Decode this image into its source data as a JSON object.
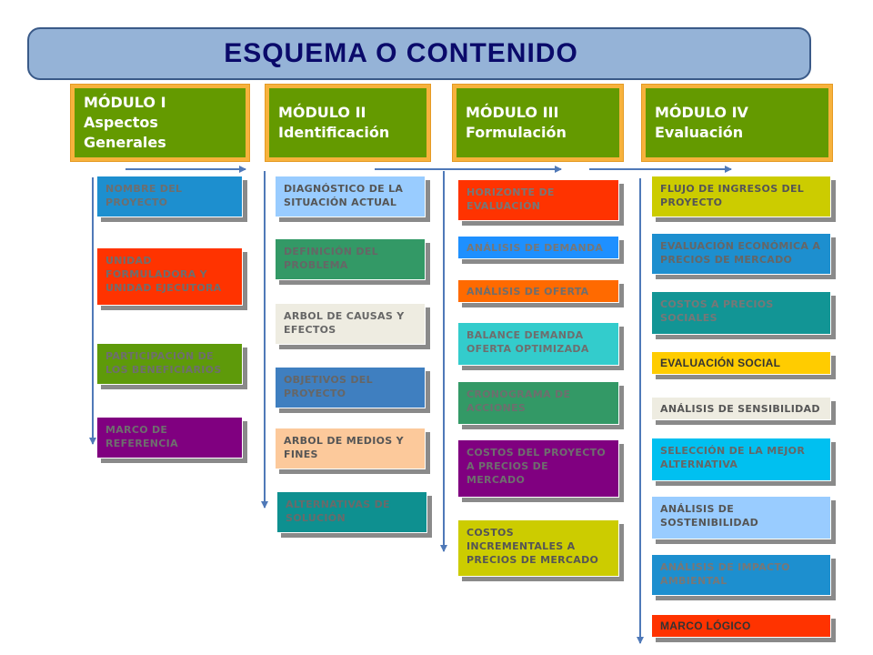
{
  "title": "ESQUEMA  O CONTENIDO",
  "colors": {
    "module_bg": "#649a00",
    "module_border": "#f7b23c",
    "arrow": "#4f79b8"
  },
  "modules": [
    {
      "line1": "MÓDULO I",
      "line2": "Aspectos",
      "line3": "Generales"
    },
    {
      "line1": "MÓDULO II",
      "line2": "Identificación"
    },
    {
      "line1": "MÓDULO III",
      "line2": "Formulación"
    },
    {
      "line1": "MÓDULO IV",
      "line2": "Evaluación"
    }
  ],
  "columns": [
    {
      "items": [
        {
          "label": "NOMBRE DEL PROYECTO",
          "bg": "#1d8fcf",
          "fg": "#6e6e6e"
        },
        {
          "label": "UNIDAD FORMULADORA Y UNIDAD EJECUTORA",
          "bg": "#ff3300",
          "fg": "#6e6e6e"
        },
        {
          "label": "PARTICIPACIÓN DE LOS BENEFICIARIOS",
          "bg": "#5e9a0a",
          "fg": "#6e6e6e"
        },
        {
          "label": "MARCO DE REFERENCIA",
          "bg": "#800080",
          "fg": "#6e6e6e"
        }
      ]
    },
    {
      "items": [
        {
          "label": "DIAGNÓSTICO DE LA SITUACIÓN ACTUAL",
          "bg": "#99ccff",
          "fg": "#555555"
        },
        {
          "label": "DEFINICIÓN DEL PROBLEMA",
          "bg": "#339966",
          "fg": "#666666"
        },
        {
          "label": "ARBOL DE CAUSAS Y EFECTOS",
          "bg": "#eeece1",
          "fg": "#666666"
        },
        {
          "label": "OBJETIVOS DEL PROYECTO",
          "bg": "#3f7fc0",
          "fg": "#666666"
        },
        {
          "label": "ARBOL DE MEDIOS Y FINES",
          "bg": "#fcc99b",
          "fg": "#555555"
        },
        {
          "label": "ALTERNATIVAS DE SOLUCIÓN",
          "bg": "#0e9090",
          "fg": "#6a6a6a"
        }
      ]
    },
    {
      "items": [
        {
          "label": "HORIZONTE DE EVALUACIÓN",
          "bg": "#ff3300",
          "fg": "#777777"
        },
        {
          "label": "ANÁLISIS DE DEMANDA",
          "bg": "#1e90ff",
          "fg": "#777777"
        },
        {
          "label": "ANÁLISIS DE OFERTA",
          "bg": "#ff6a00",
          "fg": "#6e6e6e"
        },
        {
          "label": "BALANCE DEMANDA OFERTA OPTIMIZADA",
          "bg": "#33cccc",
          "fg": "#6e6e6e"
        },
        {
          "label": "CRONOGRAMA DE ACCIONES",
          "bg": "#339966",
          "fg": "#6e6e6e"
        },
        {
          "label": "COSTOS DEL PROYECTO A PRECIOS DE MERCADO",
          "bg": "#800080",
          "fg": "#6e6e6e"
        },
        {
          "label": "COSTOS INCREMENTALES A PRECIOS DE MERCADO",
          "bg": "#cccc00",
          "fg": "#555555"
        }
      ]
    },
    {
      "items": [
        {
          "label": "FLUJO DE INGRESOS DEL PROYECTO",
          "bg": "#cccc00",
          "fg": "#555555"
        },
        {
          "label": "EVALUACIÓN ECONÓMICA A PRECIOS DE MERCADO",
          "bg": "#1d8fcf",
          "fg": "#666666"
        },
        {
          "label": "COSTOS A PRECIOS SOCIALES",
          "bg": "#129595",
          "fg": "#777777"
        },
        {
          "label": "EVALUACIÓN SOCIAL",
          "bg": "#ffcc00",
          "fg": "#333333"
        },
        {
          "label": "ANÁLISIS DE SENSIBILIDAD",
          "bg": "#eeece1",
          "fg": "#555555"
        },
        {
          "label": "SELECCIÓN DE LA MEJOR ALTERNATIVA",
          "bg": "#00c0f0",
          "fg": "#666666"
        },
        {
          "label": "ANÁLISIS DE SOSTENIBILIDAD",
          "bg": "#99ccff",
          "fg": "#555555"
        },
        {
          "label": "ANÁLISIS DE IMPACTO AMBIENTAL",
          "bg": "#1d8fcf",
          "fg": "#777777"
        },
        {
          "label": "MARCO LÓGICO",
          "bg": "#ff3300",
          "fg": "#333333"
        }
      ]
    }
  ]
}
